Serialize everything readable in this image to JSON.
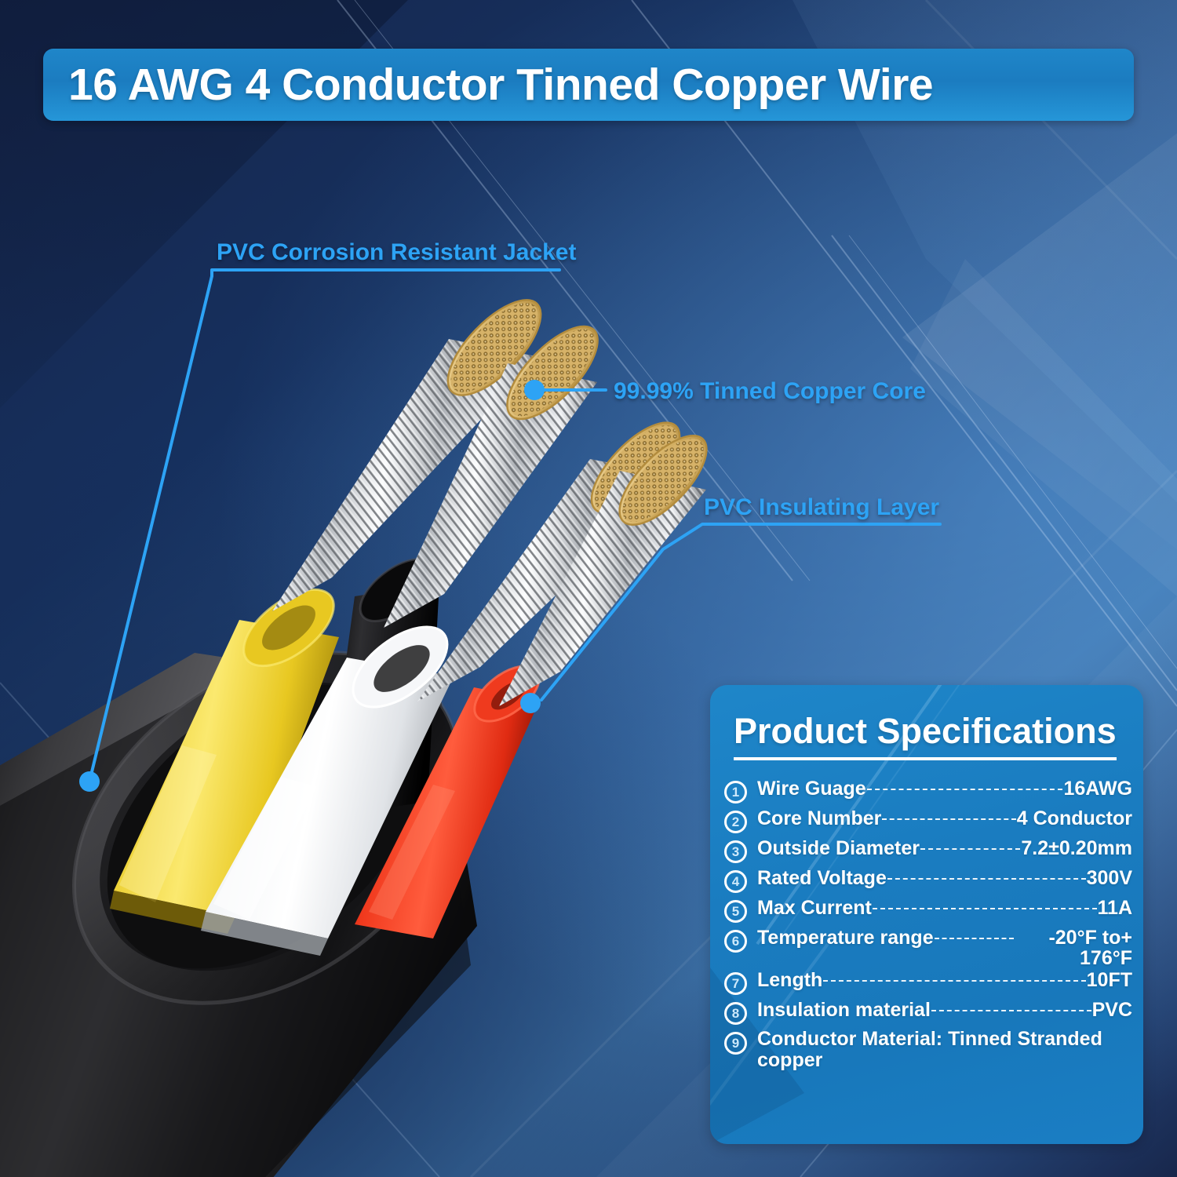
{
  "header": {
    "title": "16 AWG 4 Conductor Tinned Copper Wire"
  },
  "callouts": [
    {
      "id": "jacket",
      "label": "PVC Corrosion Resistant Jacket"
    },
    {
      "id": "core",
      "label": "99.99% Tinned Copper Core"
    },
    {
      "id": "insulation",
      "label": "PVC Insulating Layer"
    }
  ],
  "spec_panel": {
    "title": "Product Specifications",
    "rows": [
      {
        "num": "1",
        "label": "Wire Guage",
        "value": "16AWG"
      },
      {
        "num": "2",
        "label": "Core Number",
        "value": "4 Conductor"
      },
      {
        "num": "3",
        "label": "Outside Diameter",
        "value": "7.2±0.20mm"
      },
      {
        "num": "4",
        "label": "Rated Voltage",
        "value": "300V"
      },
      {
        "num": "5",
        "label": "Max Current",
        "value": "11A"
      },
      {
        "num": "6",
        "label": "Temperature range",
        "value": "-20°F to+ 176°F"
      },
      {
        "num": "7",
        "label": "Length",
        "value": "10FT"
      },
      {
        "num": "8",
        "label": "Insulation material",
        "value": "PVC"
      },
      {
        "num": "9",
        "label": "Conductor Material: Tinned Stranded copper",
        "value": ""
      }
    ]
  },
  "colors": {
    "accent_blue": "#2da3f5",
    "banner_blue": "#1b7cc0",
    "panel_blue": "#1a7cc0",
    "background_navy": "#16254a",
    "jacket_black": "#2a2a2c",
    "conductor_yellow": "#f5d62e",
    "conductor_white": "#f2f2f2",
    "conductor_red": "#f5341c",
    "conductor_black": "#121212",
    "strand_silver": "#d7d9dc",
    "copper_gold": "#d7b468"
  },
  "product_image": {
    "description": "Cut-away cable: black PVC jacket with four insulated conductors (yellow, white, red, black) and exposed tinned-copper stranded cores",
    "conductor_count": 4
  }
}
